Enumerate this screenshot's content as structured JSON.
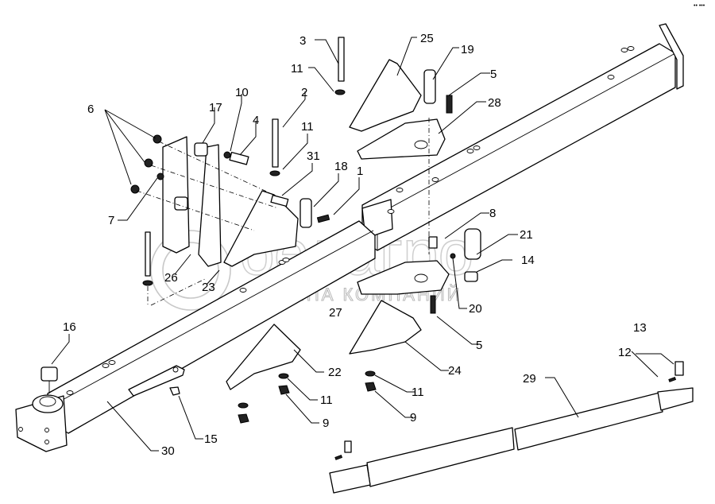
{
  "diagram": {
    "type": "exploded-parts-assembly",
    "subject": "tubular beam (frame) assembly with brackets, plates and telescopic drawbar",
    "corner_mark": "•• •••",
    "watermark": {
      "logo_text": "белагро",
      "subtitle": "ГРУППА КОМПАНИЙ"
    },
    "callouts": [
      {
        "id": "c1",
        "label": "1",
        "part": "main-tube-beam-upper"
      },
      {
        "id": "c2",
        "label": "2",
        "part": "long-bolt"
      },
      {
        "id": "c3",
        "label": "3",
        "part": "long-bolt"
      },
      {
        "id": "c4",
        "label": "4",
        "part": "bolt"
      },
      {
        "id": "c5a",
        "label": "5",
        "part": "countersunk-bolt"
      },
      {
        "id": "c5b",
        "label": "5",
        "part": "countersunk-bolt"
      },
      {
        "id": "c6",
        "label": "6",
        "part": "nut"
      },
      {
        "id": "c7",
        "label": "7",
        "part": "nut"
      },
      {
        "id": "c8",
        "label": "8",
        "part": "spacer-nut"
      },
      {
        "id": "c9a",
        "label": "9",
        "part": "nut"
      },
      {
        "id": "c9b",
        "label": "9",
        "part": "nut"
      },
      {
        "id": "c10",
        "label": "10",
        "part": "washer"
      },
      {
        "id": "c11a",
        "label": "11",
        "part": "washer"
      },
      {
        "id": "c11b",
        "label": "11",
        "part": "washer"
      },
      {
        "id": "c11c",
        "label": "11",
        "part": "washer"
      },
      {
        "id": "c11d",
        "label": "11",
        "part": "washer"
      },
      {
        "id": "c12",
        "label": "12",
        "part": "spring-pin"
      },
      {
        "id": "c13",
        "label": "13",
        "part": "lock-pin"
      },
      {
        "id": "c14",
        "label": "14",
        "part": "bushing"
      },
      {
        "id": "c15",
        "label": "15",
        "part": "nut"
      },
      {
        "id": "c16",
        "label": "16",
        "part": "cap"
      },
      {
        "id": "c17",
        "label": "17",
        "part": "spacer"
      },
      {
        "id": "c18",
        "label": "18",
        "part": "bolt"
      },
      {
        "id": "c19",
        "label": "19",
        "part": "sleeve"
      },
      {
        "id": "c20",
        "label": "20",
        "part": "grease-nipple"
      },
      {
        "id": "c21",
        "label": "21",
        "part": "pivot-pin"
      },
      {
        "id": "c22",
        "label": "22",
        "part": "bracket-plate"
      },
      {
        "id": "c23",
        "label": "23",
        "part": "bracket-plate"
      },
      {
        "id": "c24",
        "label": "24",
        "part": "bracket-plate"
      },
      {
        "id": "c25",
        "label": "25",
        "part": "bracket-plate"
      },
      {
        "id": "c26",
        "label": "26",
        "part": "mounting-strap"
      },
      {
        "id": "c27",
        "label": "27",
        "part": "pivot-plate-lower"
      },
      {
        "id": "c28",
        "label": "28",
        "part": "pivot-plate-upper"
      },
      {
        "id": "c29",
        "label": "29",
        "part": "telescopic-drawbar"
      },
      {
        "id": "c30",
        "label": "30",
        "part": "main-beam-lower"
      },
      {
        "id": "c31",
        "label": "31",
        "part": "bracket-plate"
      }
    ]
  }
}
